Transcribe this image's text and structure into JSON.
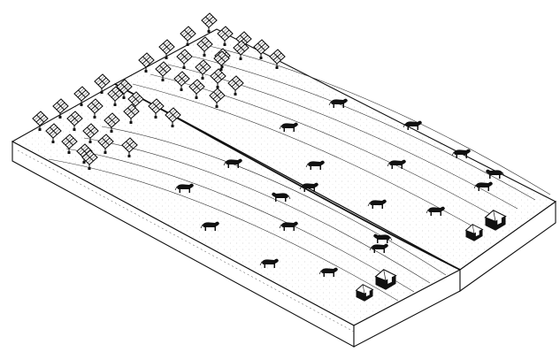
{
  "scene": {
    "background_color": "#ffffff",
    "ink_color": "#111111",
    "field_color": "#ffffff",
    "solar_panel_icon": "solar-tracker-panel",
    "animal_icon": "grazing-cattle",
    "structure_icon": "farm-shed",
    "solar_panel_count": 40,
    "cattle_count": 20,
    "shed_count": 4,
    "plot_count": 2
  }
}
